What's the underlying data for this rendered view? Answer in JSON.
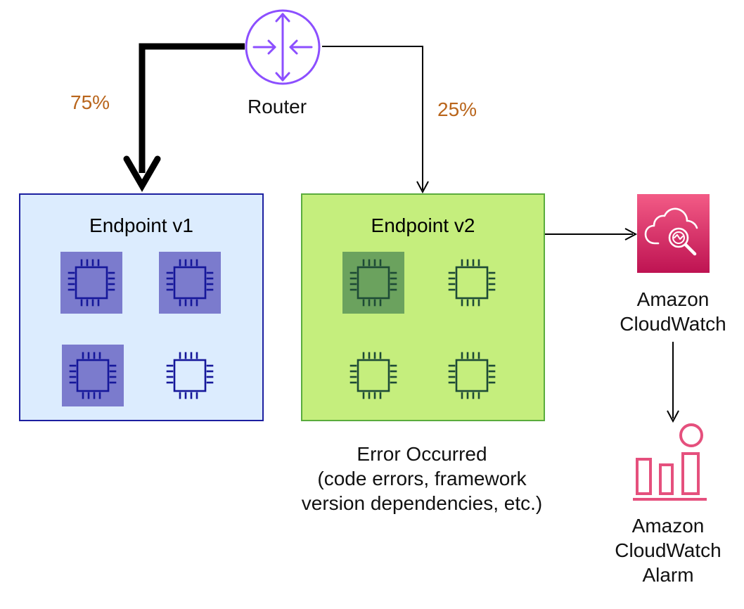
{
  "router": {
    "label": "Router",
    "icon": "router-icon"
  },
  "traffic": {
    "v1_percent": "75%",
    "v2_percent": "25%"
  },
  "endpoint_v1": {
    "title": "Endpoint v1",
    "instances": [
      {
        "state": "active"
      },
      {
        "state": "active"
      },
      {
        "state": "active"
      },
      {
        "state": "idle"
      }
    ]
  },
  "endpoint_v2": {
    "title": "Endpoint v2",
    "instances": [
      {
        "state": "error"
      },
      {
        "state": "idle"
      },
      {
        "state": "idle"
      },
      {
        "state": "idle"
      }
    ],
    "error_title": "Error Occurred",
    "error_detail_1": "(code errors, framework",
    "error_detail_2": "version dependencies, etc.)"
  },
  "cloudwatch": {
    "line1": "Amazon",
    "line2": "CloudWatch",
    "icon": "cloudwatch-icon"
  },
  "alarm": {
    "line1": "Amazon",
    "line2": "CloudWatch",
    "line3": "Alarm",
    "icon": "cloudwatch-alarm-icon"
  },
  "colors": {
    "router": "#8c4fff",
    "percent_text": "#b9651b",
    "v1_fill": "#dcecfe",
    "v1_border": "#1c1fa0",
    "v1_chip_stroke": "#15179a",
    "v1_chip_highlight": "#7b7bcd",
    "v2_fill": "#c5ee7d",
    "v2_border": "#5aac3d",
    "v2_chip_stroke": "#1d4a36",
    "v2_chip_highlight": "#6ba25e",
    "cloudwatch_top": "#f35b86",
    "cloudwatch_bottom": "#be1352",
    "alarm": "#e5507d"
  }
}
